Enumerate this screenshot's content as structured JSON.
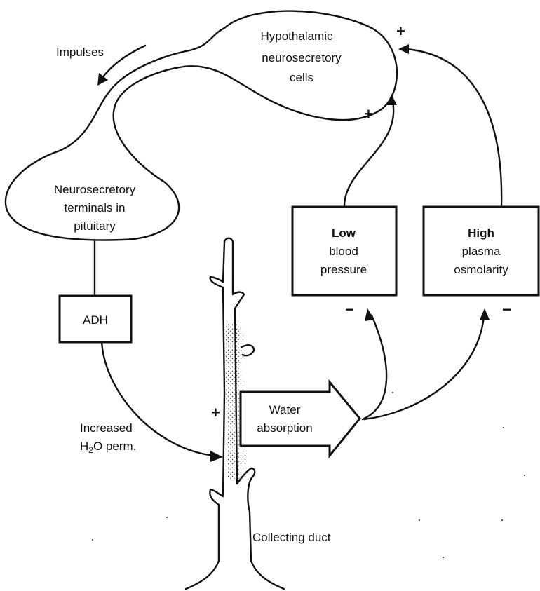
{
  "labels": {
    "impulses": "Impulses",
    "hypothalamic_l1": "Hypothalamic",
    "hypothalamic_l2": "neurosecretory",
    "hypothalamic_l3": "cells",
    "terminals_l1": "Neurosecretory",
    "terminals_l2": "terminals in",
    "terminals_l3": "pituitary",
    "adh": "ADH",
    "increased_l1": "Increased",
    "increased_l2_pre": "H",
    "increased_l2_sub": "2",
    "increased_l2_post": "O perm.",
    "water_l1": "Water",
    "water_l2": "absorption",
    "low_l1": "Low",
    "low_l2": "blood",
    "low_l3": "pressure",
    "high_l1": "High",
    "high_l2": "plasma",
    "high_l3": "osmolarity",
    "collecting_duct": "Collecting duct"
  },
  "signs": {
    "plus_top": "+",
    "plus_mid": "+",
    "plus_duct": "+",
    "minus_low": "−",
    "minus_high": "−"
  }
}
